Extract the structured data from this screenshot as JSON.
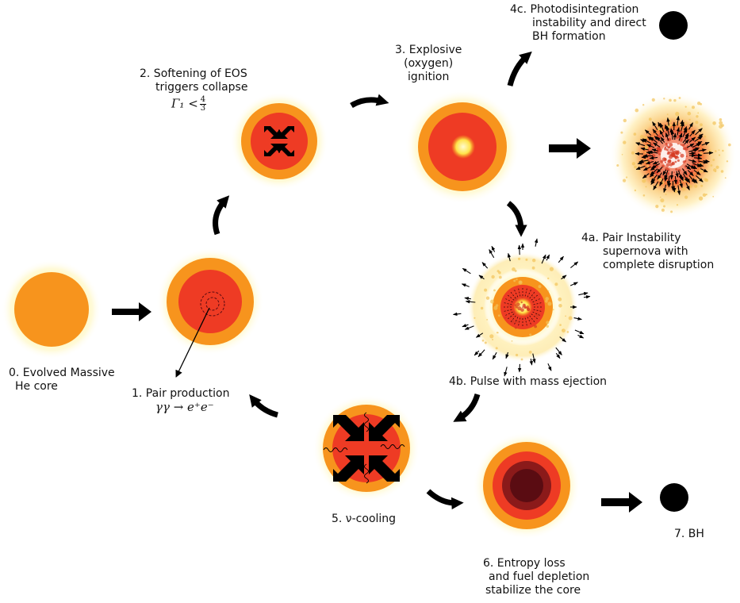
{
  "stages": [
    {
      "id": "s0",
      "lines": [
        "0. Evolved Massive",
        "He core"
      ]
    },
    {
      "id": "s1",
      "lines": [
        "1. Pair production"
      ],
      "equation": "γγ → e⁺e⁻"
    },
    {
      "id": "s2",
      "lines": [
        "2. Softening of EOS",
        "triggers collapse"
      ],
      "equation_prefix": "Γ₁ <",
      "equation_num": "4",
      "equation_den": "3"
    },
    {
      "id": "s3",
      "lines": [
        "3. Explosive",
        "(oxygen)",
        "ignition"
      ]
    },
    {
      "id": "s4a",
      "lines": [
        "4a. Pair Instability",
        "supernova with",
        "complete disruption"
      ]
    },
    {
      "id": "s4b",
      "lines": [
        "4b. Pulse with mass ejection"
      ]
    },
    {
      "id": "s4c",
      "lines": [
        "4c. Photodisintegration",
        "instability and direct",
        "BH formation"
      ]
    },
    {
      "id": "s5",
      "lines": [
        "5. ν-cooling"
      ]
    },
    {
      "id": "s6",
      "lines": [
        "6. Entropy loss",
        "and fuel depletion",
        "stabilize the core"
      ]
    },
    {
      "id": "s7",
      "lines": [
        "7. BH"
      ]
    }
  ],
  "colors": {
    "glow": "#fff4a8",
    "outer_orange": "#f7941d",
    "inner_red": "#ee3b24",
    "core_yellow": "#ffe14a",
    "dark_core": "#8b1a1a",
    "darkest_core": "#5a0c12",
    "black_hole": "#000000",
    "arrow": "#000000"
  }
}
